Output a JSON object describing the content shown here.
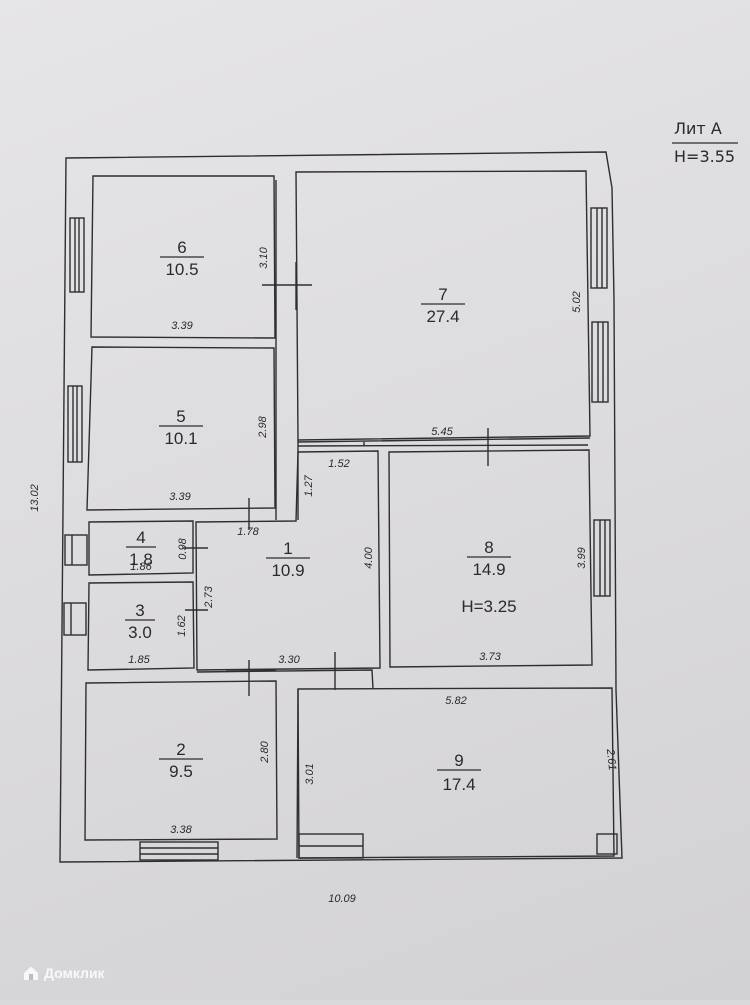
{
  "title_block": {
    "lit": "Лит А",
    "height": "H=3.55"
  },
  "rooms": [
    {
      "num": "1",
      "area": "10.9"
    },
    {
      "num": "2",
      "area": "9.5"
    },
    {
      "num": "3",
      "area": "3.0"
    },
    {
      "num": "4",
      "area": "1.8"
    },
    {
      "num": "5",
      "area": "10.1"
    },
    {
      "num": "6",
      "area": "10.5"
    },
    {
      "num": "7",
      "area": "27.4"
    },
    {
      "num": "8",
      "area": "14.9",
      "height": "H=3.25"
    },
    {
      "num": "9",
      "area": "17.4"
    }
  ],
  "dimensions": {
    "overall_width": "10.09",
    "overall_height": "13.02",
    "r6_width": "3.39",
    "r6_depth": "3.10",
    "r7_depth": "5.02",
    "r7_width": "5.45",
    "r5_width": "3.39",
    "r5_depth": "2.98",
    "r1_a": "1.52",
    "r1_b": "1.27",
    "r1_c": "1.78",
    "r1_depth": "4.00",
    "r1_d": "2.73",
    "r1_width": "3.30",
    "r4_width": "1.86",
    "r4_depth": "0.98",
    "r3_depth": "1.62",
    "r3_width": "1.85",
    "r8_depth": "3.99",
    "r8_width": "3.73",
    "r9_width": "5.82",
    "r9_depth_left": "3.01",
    "r9_depth_right": "2.61",
    "r2_depth": "2.80",
    "r2_width": "3.38"
  },
  "watermark": {
    "label": "Домклик"
  }
}
